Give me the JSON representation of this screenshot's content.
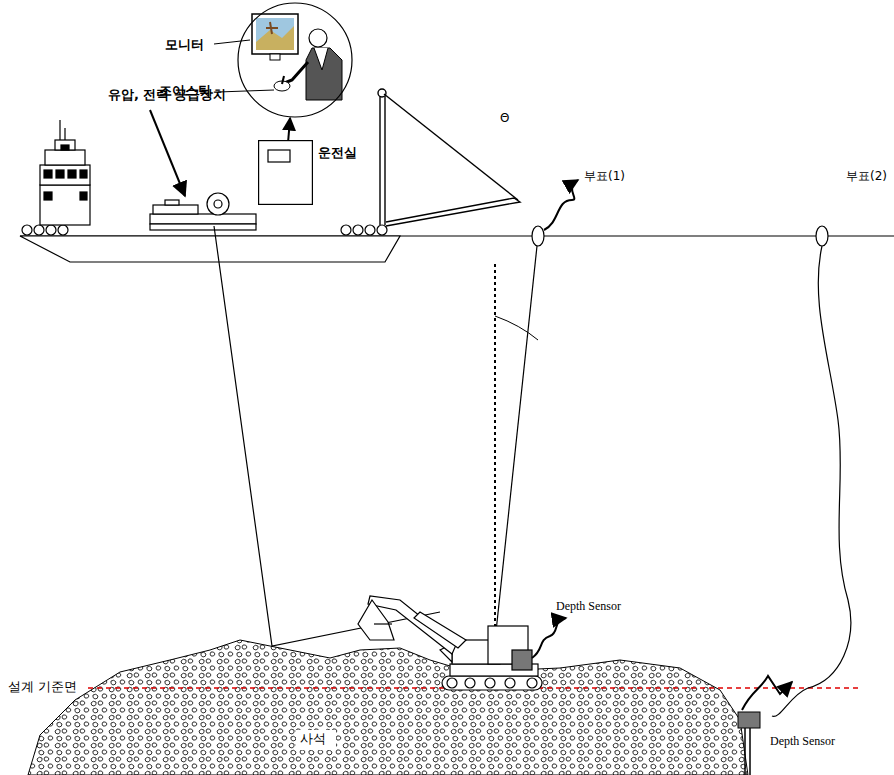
{
  "diagram": {
    "nodes": [
      {
        "text": [
          "모니터",
          "조이스틱"
        ]
      },
      {
        "text": [
          "운전실"
        ]
      }
    ],
    "edges": [
      {
        "from": 1,
        "to": 0,
        "arrow": "to"
      }
    ],
    "labels": [
      "유압, 전력 공급장치",
      "부표(1)",
      "부표(2)",
      "Θ",
      "Depth Sensor",
      "Depth Sensor",
      "설계 기준면",
      "사석"
    ]
  }
}
